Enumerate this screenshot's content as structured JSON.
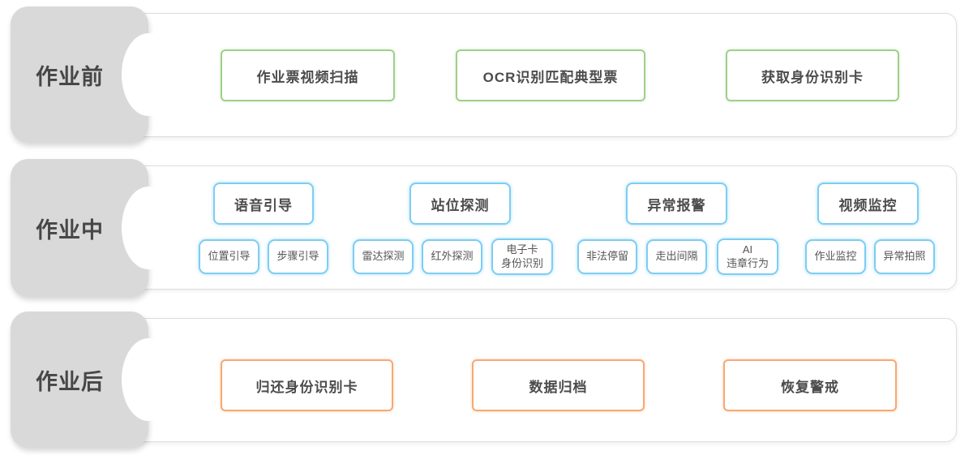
{
  "colors": {
    "green": "#9ed08a",
    "blue": "#7dcdf2",
    "orange": "#f8a872",
    "tab_gray": "#d9d9d9",
    "label_text": "#474747",
    "box_text": "#4c4c4c"
  },
  "sections": [
    {
      "label": "作业前",
      "accent": "green",
      "items": [
        "作业票视频扫描",
        "OCR识别匹配典型票",
        "获取身份识别卡"
      ]
    },
    {
      "label": "作业中",
      "accent": "blue",
      "groups": [
        {
          "title": "语音引导",
          "subs": [
            "位置引导",
            "步骤引导"
          ]
        },
        {
          "title": "站位探测",
          "subs": [
            "雷达探测",
            "红外探测",
            "电子卡\n身份识别"
          ]
        },
        {
          "title": "异常报警",
          "subs": [
            "非法停留",
            "走出间隔",
            "AI\n违章行为"
          ]
        },
        {
          "title": "视频监控",
          "subs": [
            "作业监控",
            "异常拍照"
          ]
        }
      ]
    },
    {
      "label": "作业后",
      "accent": "orange",
      "items": [
        "归还身份识别卡",
        "数据归档",
        "恢复警戒"
      ]
    }
  ]
}
